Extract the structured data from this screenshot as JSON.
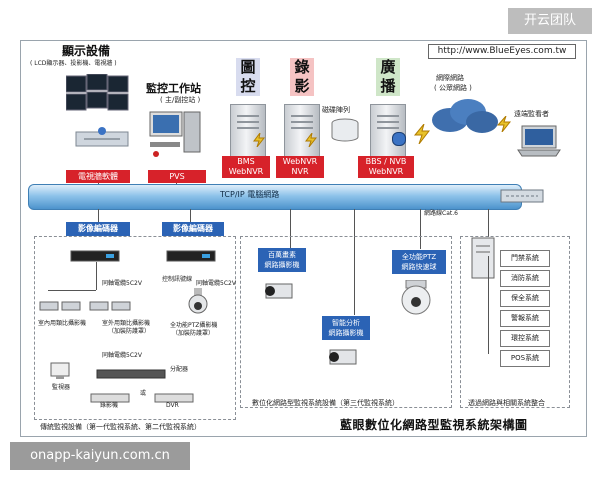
{
  "brand_badge": "开云团队",
  "watermark": "onapp-kaiyun.com.cn",
  "url": "http://www.BlueEyes.com.tw",
  "display": {
    "title": "顯示設備",
    "subtitle": "( LCD顯示器、投影機、電視牆 )",
    "label": "電視牆軟體"
  },
  "workstation": {
    "title": "監控工作站",
    "subtitle": "( 主/副控站 )",
    "label": "PVS"
  },
  "servers": [
    {
      "char1": "圖",
      "char2": "控",
      "line1": "BMS",
      "line2": "WebNVR"
    },
    {
      "char1": "錄",
      "char2": "影",
      "line1": "WebNVR",
      "line2": "NVR"
    },
    {
      "char1": "廣",
      "char2": "播",
      "line1": "BBS / NVB",
      "line2": "WebNVR"
    }
  ],
  "disk_array": "磁碟陣列",
  "internet": {
    "title": "網際網路",
    "subtitle": "( 公眾網路 )"
  },
  "remote_viewer": "遠端監看者",
  "bus_label": "TCP/IP 電腦網路",
  "cable": "網路線Cat.6",
  "encoders": [
    "影像編碼器",
    "影像編碼器"
  ],
  "left_section": {
    "coax1": "同軸電纜5C2V",
    "control": "控制訊號線",
    "coax2": "同軸電纜5C2V",
    "cam_indoor": "室內用類比攝影機",
    "cam_outdoor": "室外用類比攝影機",
    "cam_outdoor_sub": "（加裝防護罩）",
    "cam_ptz": "全功能PTZ攝影機",
    "cam_ptz_sub": "（加裝防護罩）",
    "coax3": "同軸電纜5C2V",
    "distributor": "分配器",
    "monitor": "監視器",
    "vcr": "錄影機",
    "or": "或",
    "dvr": "DVR",
    "caption": "傳統監視設備（第一代監視系統、第二代監視系統）"
  },
  "middle_section": {
    "megapixel": "百萬畫素\n網路攝影機",
    "smart": "智能分析\n網路攝影機",
    "ptz": "全功能PTZ\n網路快速球",
    "caption": "數位化網路型監視系統設備（第三代監視系統）"
  },
  "right_section": {
    "systems": [
      "門禁系統",
      "消防系統",
      "保全系統",
      "警報系統",
      "環控系統",
      "POS系統"
    ],
    "caption": "透過網路與相關系統整合"
  },
  "main_title": "藍眼數位化網路型監視系統架構圖",
  "colors": {
    "red": "#d7222a",
    "blue": "#2b63b5",
    "bus": "#8ec3ea"
  }
}
